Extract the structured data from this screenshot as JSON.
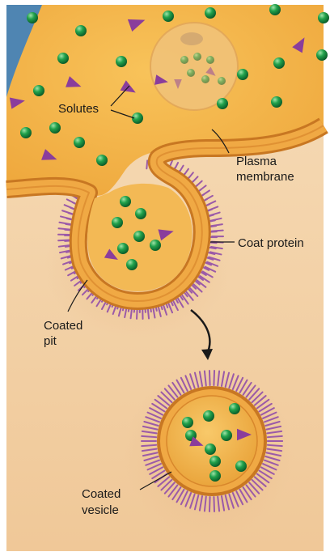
{
  "labels": {
    "solutes": "Solutes",
    "plasma_membrane_line1": "Plasma",
    "plasma_membrane_line2": "membrane",
    "coat_protein": "Coat protein",
    "coated_pit_line1": "Coated",
    "coated_pit_line2": "pit",
    "coated_vesicle_line1": "Coated",
    "coated_vesicle_line2": "vesicle"
  },
  "colors": {
    "cytoplasm": "#f4b64a",
    "extracellular": "#f3d4ad",
    "membrane": "#e79a32",
    "membrane_edge": "#c87722",
    "coat_protein": "#9b5aa8",
    "solute_sphere": "#1e9a48",
    "solute_triangle": "#8a3d9c",
    "background_blue": "#5b8cb6"
  },
  "icons": {
    "sphere": "green-sphere-solute",
    "triangle": "purple-triangle-solute",
    "arrow": "curved-down-arrow"
  }
}
